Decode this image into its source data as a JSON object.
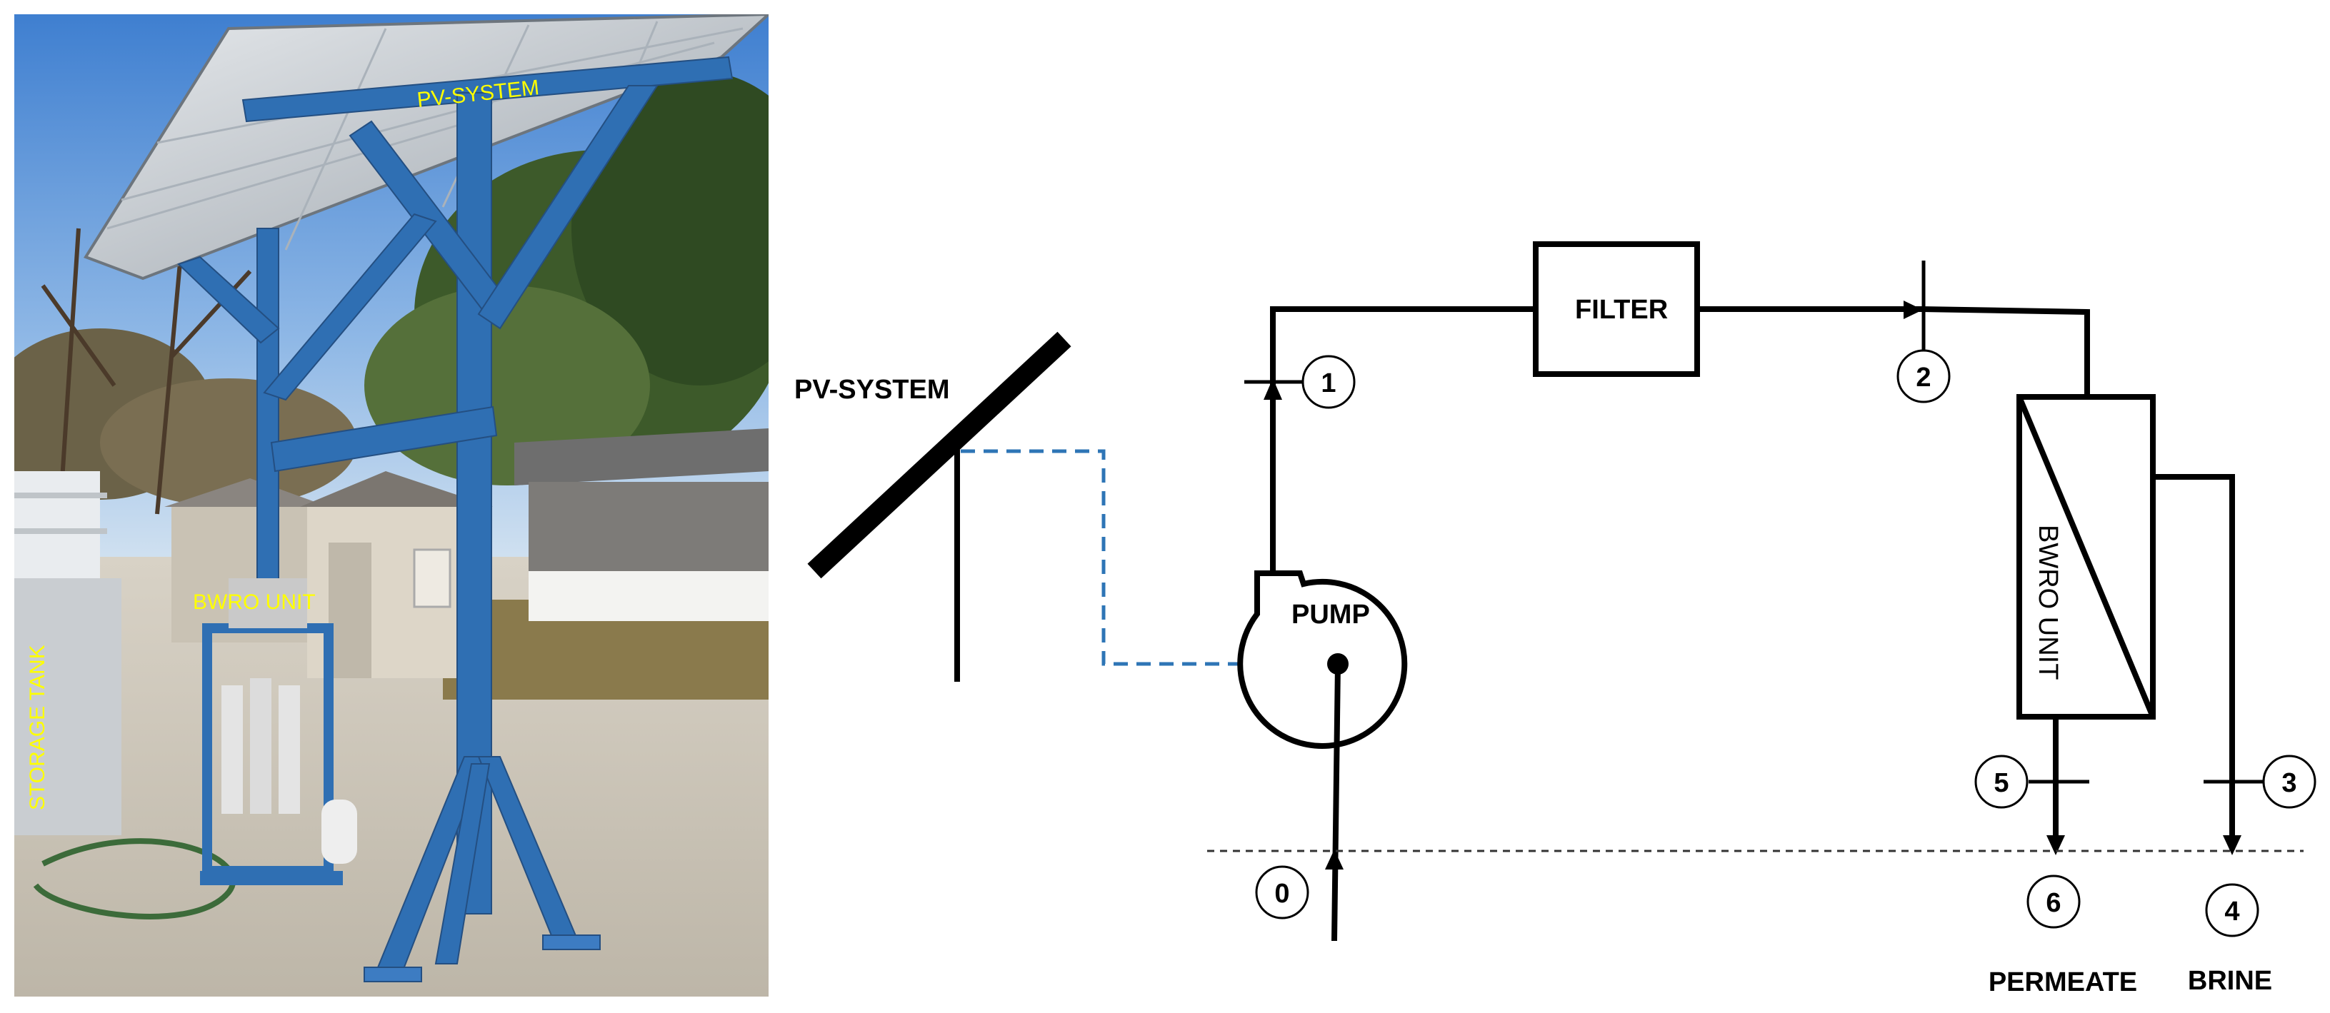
{
  "photo": {
    "label_pv_system": "PV-SYSTEM",
    "label_bwro_unit": "BWRO UNIT",
    "label_storage_tank": "STORAGE TANK"
  },
  "schematic": {
    "pv_system_label": "PV-SYSTEM",
    "filter_label": "FILTER",
    "pump_label": "PUMP",
    "bwro_unit_label": "BWRO UNIT",
    "permeate_label": "PERMEATE",
    "brine_label": "BRINE",
    "nodes": [
      "0",
      "1",
      "2",
      "3",
      "4",
      "5",
      "6"
    ]
  },
  "colors": {
    "frame_blue": "#2f6fb3",
    "label_yellow": "#ffff00",
    "power_line_blue": "#2e75b6",
    "line_black": "#000000"
  }
}
